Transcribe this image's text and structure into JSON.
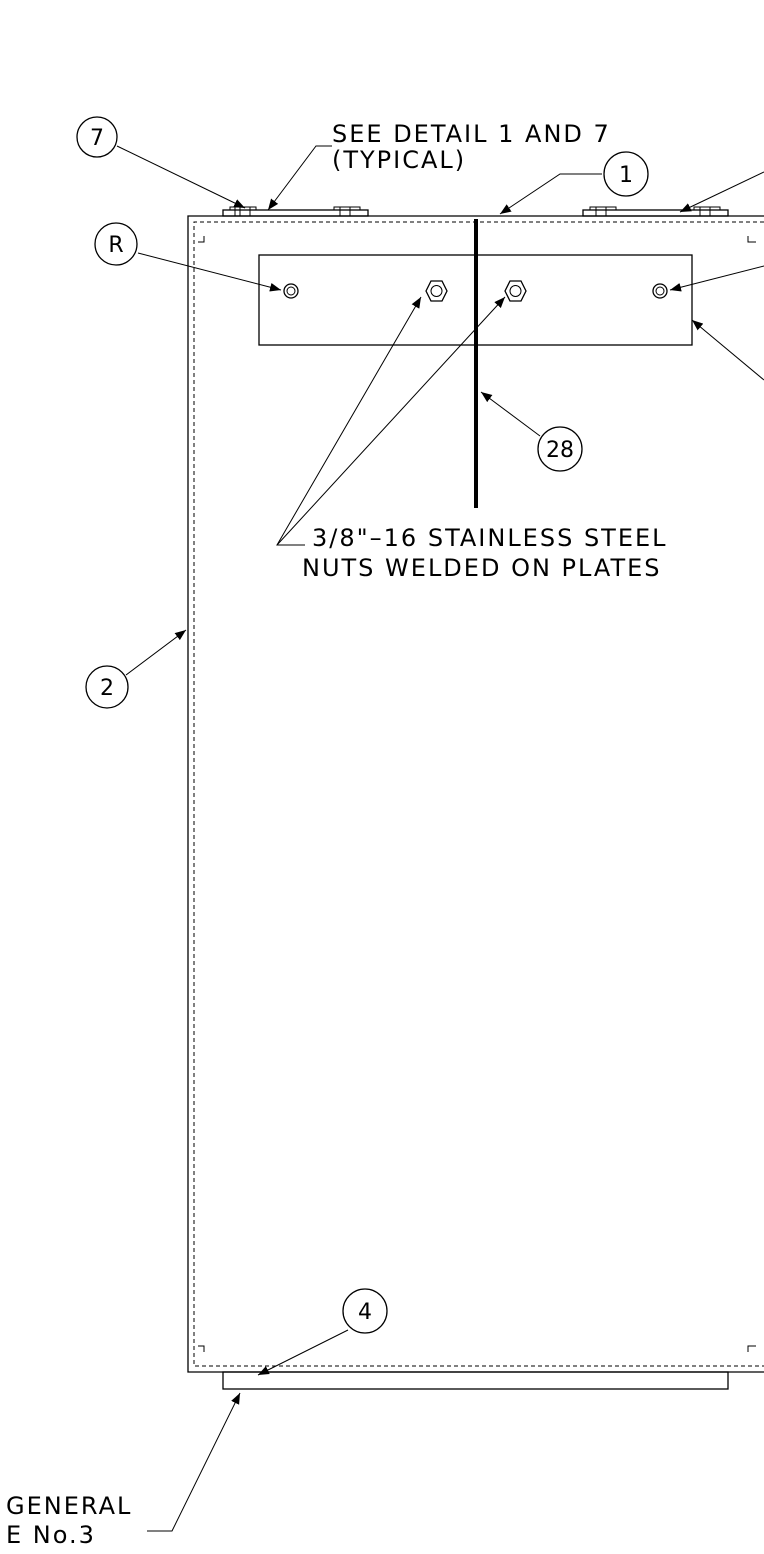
{
  "callouts": {
    "c7": "7",
    "c1": "1",
    "cR": "R",
    "c28": "28",
    "c2": "2",
    "c4": "4"
  },
  "notes": {
    "see_detail_line1": "SEE DETAIL 1 AND 7",
    "see_detail_line2": "(TYPICAL)",
    "nuts_line1": "3/8\"–16 STAINLESS STEEL",
    "nuts_line2": "NUTS WELDED ON PLATES",
    "general_line1": "GENERAL",
    "general_line2": "E No.3"
  }
}
